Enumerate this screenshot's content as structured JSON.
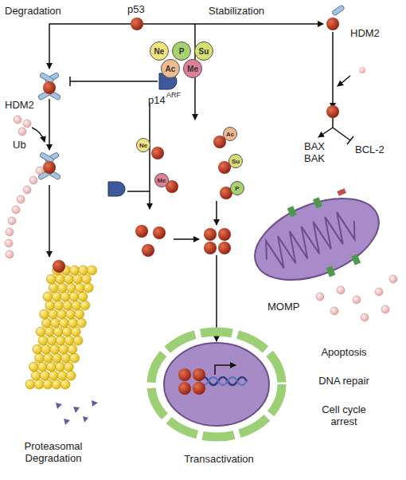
{
  "diagram": {
    "nodes": [
      {
        "text": [
          "Ne"
        ]
      },
      {
        "text": [
          "P"
        ]
      },
      {
        "text": [
          "Su"
        ]
      },
      {
        "text": [
          "Ac"
        ]
      },
      {
        "text": [
          "Me"
        ]
      },
      {
        "text": [
          "Ac"
        ]
      },
      {
        "text": [
          "Ne"
        ]
      },
      {
        "text": [
          "Su"
        ]
      },
      {
        "text": [
          "Me"
        ]
      },
      {
        "text": [
          "P"
        ]
      }
    ],
    "labels": [
      "Degradation",
      "p53",
      "Stabilization",
      "HDM2",
      "HDM2",
      "p14",
      "ARF",
      "Ub",
      "BAX BAK",
      "BCL-2",
      "MOMP",
      "Proteasomal Degradation",
      "Transactivation",
      "Apoptosis",
      "DNA repair",
      "Cell cycle arrest"
    ]
  }
}
